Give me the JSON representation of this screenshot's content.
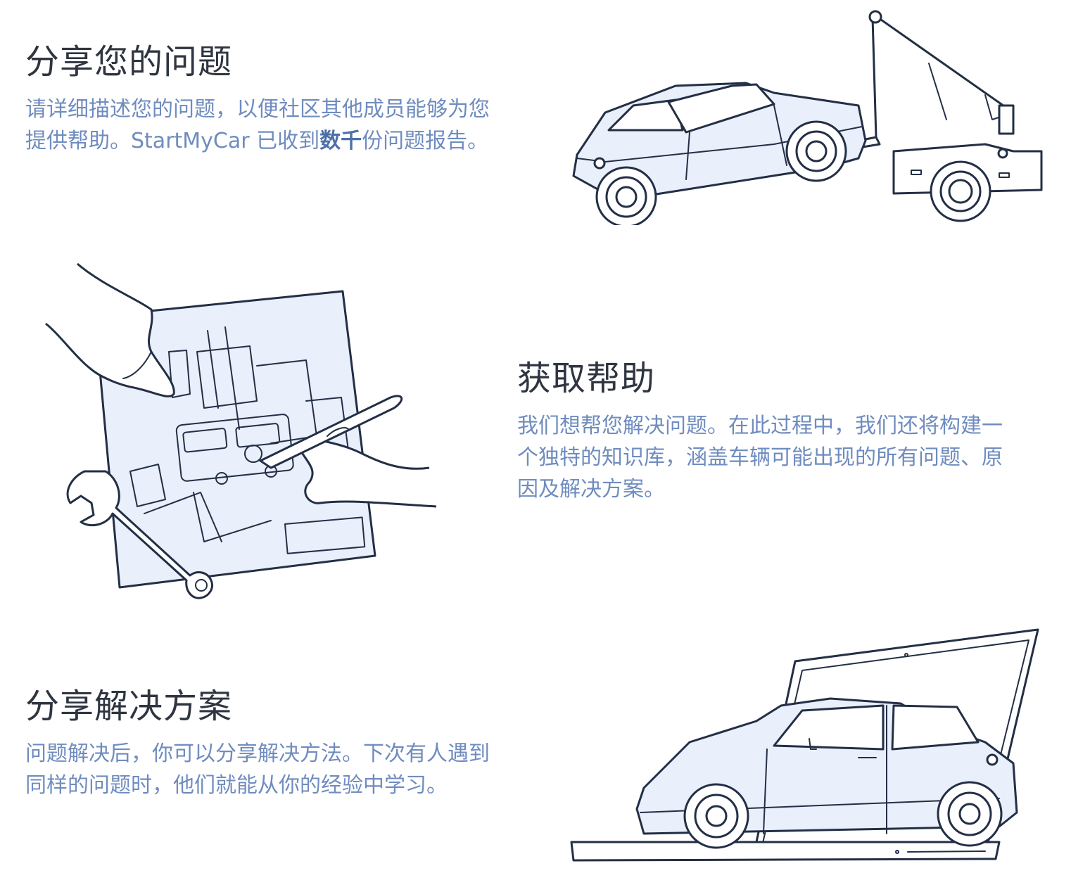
{
  "sections": [
    {
      "title": "分享您的问题",
      "text_before": "请详细描述您的问题，以便社区其他成员能够为您提供帮助。StartMyCar 已收到",
      "text_bold": "数千",
      "text_after": "份问题报告。",
      "icon": "tow-truck-icon"
    },
    {
      "title": "获取帮助",
      "text": "我们想帮您解决问题。在此过程中，我们还将构建一个独特的知识库，涵盖车辆可能出现的所有问题、原因及解决方案。",
      "icon": "blueprint-icon"
    },
    {
      "title": "分享解决方案",
      "text": "问题解决后，你可以分享解决方法。下次有人遇到同样的问题时，他们就能从你的经验中学习。",
      "icon": "laptop-car-icon"
    }
  ],
  "colors": {
    "title": "#2f3540",
    "body_text": "#6f8cbf",
    "line": "#232f45",
    "fill": "#e9effb"
  }
}
